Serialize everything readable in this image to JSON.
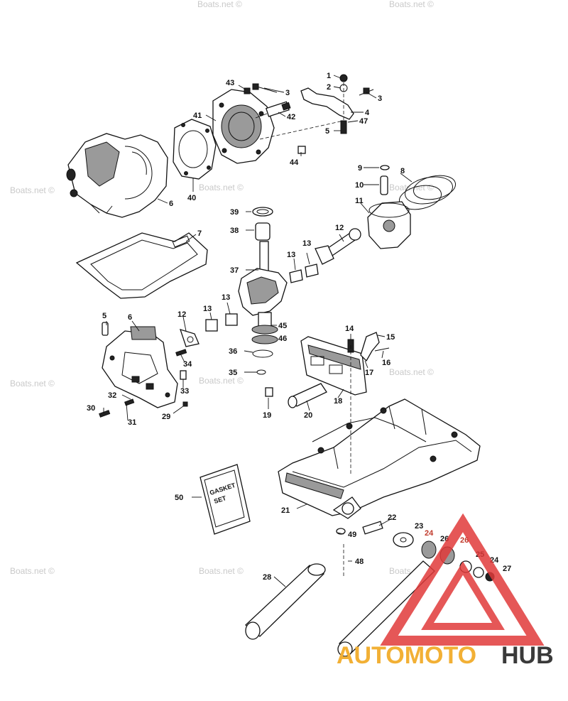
{
  "watermark": "Boats.net ©",
  "gasket_box": {
    "line1": "GASKET",
    "line2": "SET"
  },
  "logo": {
    "brand_part1": "AUTOMOTO",
    "brand_part2": "HUB",
    "color_primary": "#e03a3a",
    "color_secondary": "#f2b035",
    "color_dark": "#3a3a3a"
  },
  "callouts": [
    "1",
    "2",
    "3",
    "3",
    "4",
    "47",
    "5",
    "43",
    "42",
    "41",
    "44",
    "40",
    "6",
    "9",
    "10",
    "8",
    "11",
    "39",
    "38",
    "7",
    "12",
    "13",
    "13",
    "37",
    "5",
    "6",
    "12",
    "13",
    "13",
    "14",
    "15",
    "16",
    "17",
    "45",
    "46",
    "36",
    "35",
    "34",
    "33",
    "32",
    "30",
    "31",
    "29",
    "19",
    "20",
    "18",
    "21",
    "22",
    "23",
    "24",
    "26",
    "26",
    "25",
    "24",
    "27",
    "49",
    "48",
    "28",
    "50"
  ]
}
